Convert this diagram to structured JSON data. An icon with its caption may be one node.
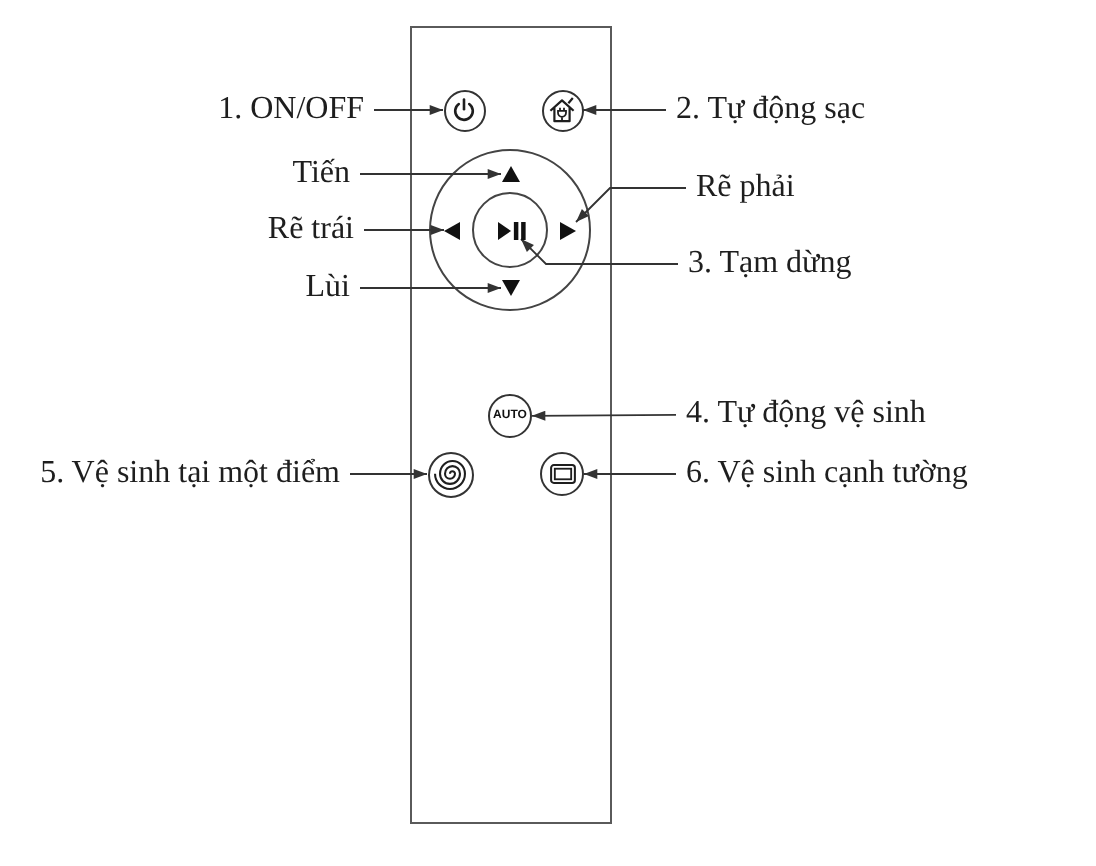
{
  "diagram": {
    "nodes": [
      {
        "text": [
          "1. ON/OFF"
        ]
      },
      {
        "text": [],
        "shape": "circle"
      },
      {
        "text": [],
        "shape": "circle"
      },
      {
        "text": [
          "2. Tự động sạc"
        ]
      },
      {
        "text": [
          "Tiến"
        ]
      },
      {
        "text": [],
        "shape": "triangle"
      },
      {
        "text": [
          "Rẽ phải"
        ]
      },
      {
        "text": [
          "Rẽ trái"
        ]
      },
      {
        "text": [],
        "shape": "triangle"
      },
      {
        "text": [],
        "shape": "picture"
      },
      {
        "text": [],
        "shape": "triangle"
      },
      {
        "text": [
          "3. Tạm dừng"
        ]
      },
      {
        "text": [
          "Lùi"
        ]
      },
      {
        "text": [],
        "shape": "triangle"
      },
      {
        "text": [
          "AUTO"
        ]
      },
      {
        "text": [
          "4. Tự động vệ sinh"
        ]
      },
      {
        "text": [
          "5. Vệ sinh tại một điểm"
        ]
      },
      {
        "text": [],
        "shape": "circle"
      },
      {
        "text": [],
        "shape": "circle"
      },
      {
        "text": [
          "6. Vệ sinh cạnh tường"
        ]
      }
    ],
    "edges": [
      {
        "from": 0,
        "to": 1,
        "arrow": "to"
      },
      {
        "from": 3,
        "to": 2,
        "arrow": "to"
      },
      {
        "from": 4,
        "to": 5,
        "arrow": "to"
      },
      {
        "from": 6,
        "to": 10,
        "arrow": "to"
      },
      {
        "from": 7,
        "to": 8,
        "arrow": "to"
      },
      {
        "from": 11,
        "to": 9,
        "arrow": "to"
      },
      {
        "from": 12,
        "to": 13,
        "arrow": "to"
      },
      {
        "from": 15,
        "to": 14,
        "arrow": "to"
      },
      {
        "from": 16,
        "to": 17,
        "arrow": "to"
      },
      {
        "from": 19,
        "to": 18,
        "arrow": "to"
      }
    ]
  }
}
